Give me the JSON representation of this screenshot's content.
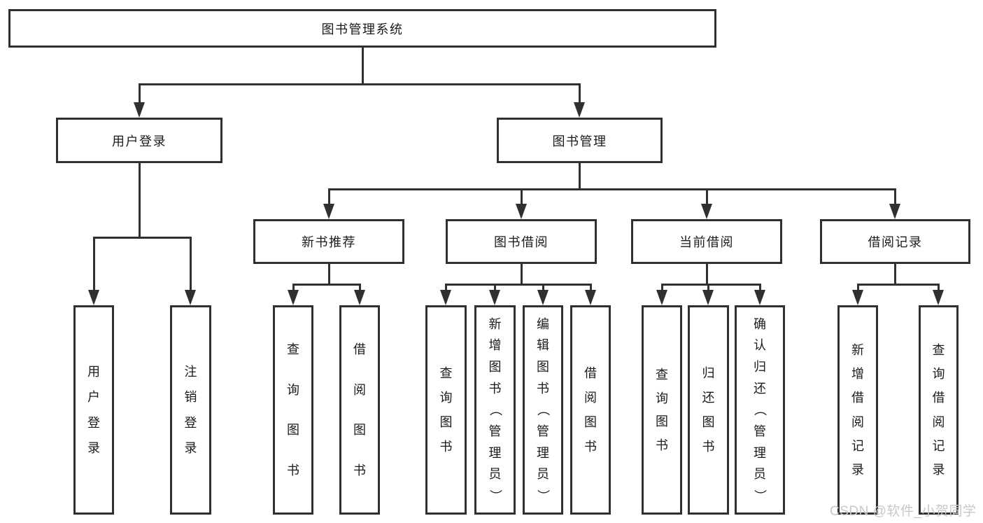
{
  "diagram": {
    "root": "图书管理系统",
    "level2": [
      "用户登录",
      "图书管理"
    ],
    "level3": [
      "新书推荐",
      "图书借阅",
      "当前借阅",
      "借阅记录"
    ],
    "leaves_user_login": [
      "用户登录",
      "注销登录"
    ],
    "leaves_new_book": [
      "查询图书",
      "借阅图书"
    ],
    "leaves_book_borrow": [
      "查询图书",
      "新增图书（管理员）",
      "编辑图书（管理员）",
      "借阅图书"
    ],
    "leaves_current_borrow": [
      "查询图书",
      "归还图书",
      "确认归还（管理员）"
    ],
    "leaves_borrow_record": [
      "新增借阅记录",
      "查询借阅记录"
    ]
  },
  "watermark": "CSDN @软件_小贺同学",
  "colors": {
    "line": "#303030",
    "text": "#1b1b1b",
    "watermark": "#c8c8c8",
    "background": "#ffffff"
  }
}
